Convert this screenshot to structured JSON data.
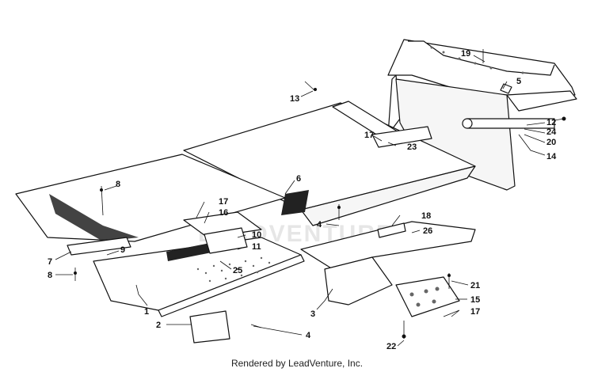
{
  "watermark_text": "LEADVENTURE",
  "footer_text": "Rendered by LeadVenture, Inc.",
  "callouts": {
    "c1": "1",
    "c2": "2",
    "c3": "3",
    "c4a": "4",
    "c4b": "4",
    "c5": "5",
    "c6": "6",
    "c7": "7",
    "c8a": "8",
    "c8b": "8",
    "c9": "9",
    "c10": "10",
    "c11": "11",
    "c12": "12",
    "c13": "13",
    "c14": "14",
    "c15": "15",
    "c16": "16",
    "c17a": "17",
    "c17b": "17",
    "c17c": "17",
    "c18": "18",
    "c19": "19",
    "c20": "20",
    "c21": "21",
    "c22": "22",
    "c23": "23",
    "c24": "24",
    "c25": "25",
    "c26": "26"
  }
}
